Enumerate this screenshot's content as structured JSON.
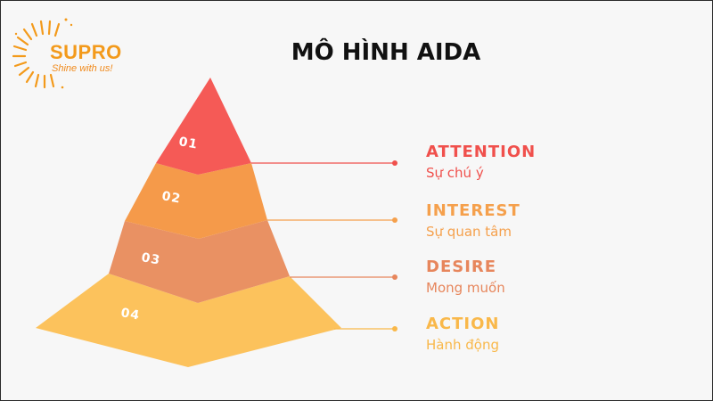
{
  "logo": {
    "name": "SUPRO",
    "tagline": "Shine with us!",
    "color": "#f39a1b"
  },
  "title": "MÔ HÌNH AIDA",
  "levels": [
    {
      "num": "01",
      "head": "ATTENTION",
      "sub": "Sự chú ý",
      "color": "#f55a56",
      "text_color": "#f0504c"
    },
    {
      "num": "02",
      "head": "INTEREST",
      "sub": "Sự quan tâm",
      "color": "#f59a4a",
      "text_color": "#f5a04c"
    },
    {
      "num": "03",
      "head": "DESIRE",
      "sub": "Mong muốn",
      "color": "#e99163",
      "text_color": "#e7865c"
    },
    {
      "num": "04",
      "head": "ACTION",
      "sub": "Hành động",
      "color": "#fcc25c",
      "text_color": "#f9b84a"
    }
  ]
}
